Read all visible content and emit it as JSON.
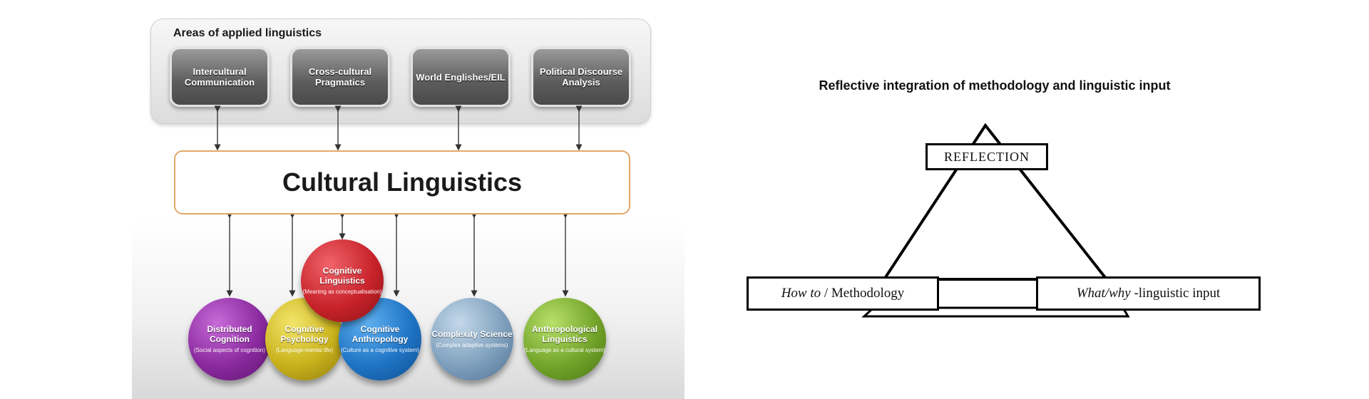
{
  "left_diagram": {
    "areas_title": "Areas of applied linguistics",
    "areas": [
      {
        "label": "Intercultural Communication"
      },
      {
        "label": "Cross-cultural Pragmatics"
      },
      {
        "label": "World Englishes/EIL"
      },
      {
        "label": "Political Discourse Analysis"
      }
    ],
    "center_title": "Cultural Linguistics",
    "circles": [
      {
        "title": "Distributed Cognition",
        "subtitle": "(Social aspects of cognition)",
        "color": "#8a2a9e"
      },
      {
        "title": "Cognitive Psychology",
        "subtitle": "(Language-mental life)",
        "color": "#c9b21c"
      },
      {
        "title": "Cognitive Linguistics",
        "subtitle": "(Meaning as conceptualisation)",
        "color": "#c8232b"
      },
      {
        "title": "Cognitive Anthropology",
        "subtitle": "(Culture as a cognitive system)",
        "color": "#1f74c4"
      },
      {
        "title": "Complexity Science",
        "subtitle": "(Complex adaptive systems)",
        "color": "#7fa0bd"
      },
      {
        "title": "Anthropological Linguistics",
        "subtitle": "(Language as a cultural system)",
        "color": "#73a42a"
      }
    ]
  },
  "right_diagram": {
    "title": "Reflective integration of methodology and linguistic input",
    "top_label": "REFLECTION",
    "left_label_italic": "How to",
    "left_label_rest": " / Methodology",
    "right_label_italic": "What/why",
    "right_label_rest": " -linguistic input"
  },
  "colors": {
    "center_box_border": "#e0a86a",
    "area_box": "#5c5c5c"
  }
}
